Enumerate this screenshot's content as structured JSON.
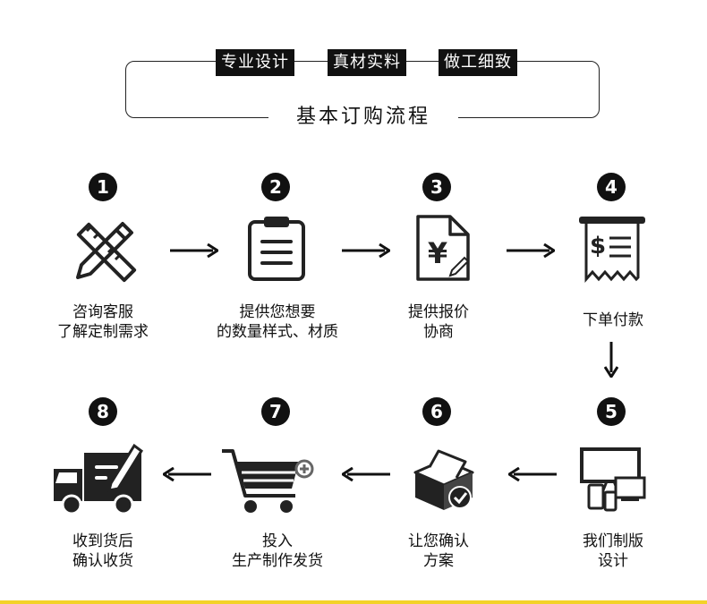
{
  "tags": [
    "专业设计",
    "真材实料",
    "做工细致"
  ],
  "flow_title": "基本订购流程",
  "steps": [
    {
      "num": "1",
      "line1": "咨询客服",
      "line2": "了解定制需求"
    },
    {
      "num": "2",
      "line1": "提供您想要",
      "line2": "的数量样式、材质"
    },
    {
      "num": "3",
      "line1": "提供报价",
      "line2": "协商"
    },
    {
      "num": "4",
      "line1": "下单付款",
      "line2": ""
    },
    {
      "num": "5",
      "line1": "我们制版",
      "line2": "设计"
    },
    {
      "num": "6",
      "line1": "让您确认",
      "line2": "方案"
    },
    {
      "num": "7",
      "line1": "投入",
      "line2": "生产制作发货"
    },
    {
      "num": "8",
      "line1": "收到货后",
      "line2": "确认收货"
    }
  ],
  "icons": [
    "ruler-pencil-icon",
    "clipboard-icon",
    "yen-document-icon",
    "receipt-dollar-icon",
    "devices-icon",
    "box-check-icon",
    "shopping-cart-icon",
    "delivery-truck-icon"
  ],
  "colors": {
    "text": "#111111",
    "accent_bar": "#f3d229"
  }
}
